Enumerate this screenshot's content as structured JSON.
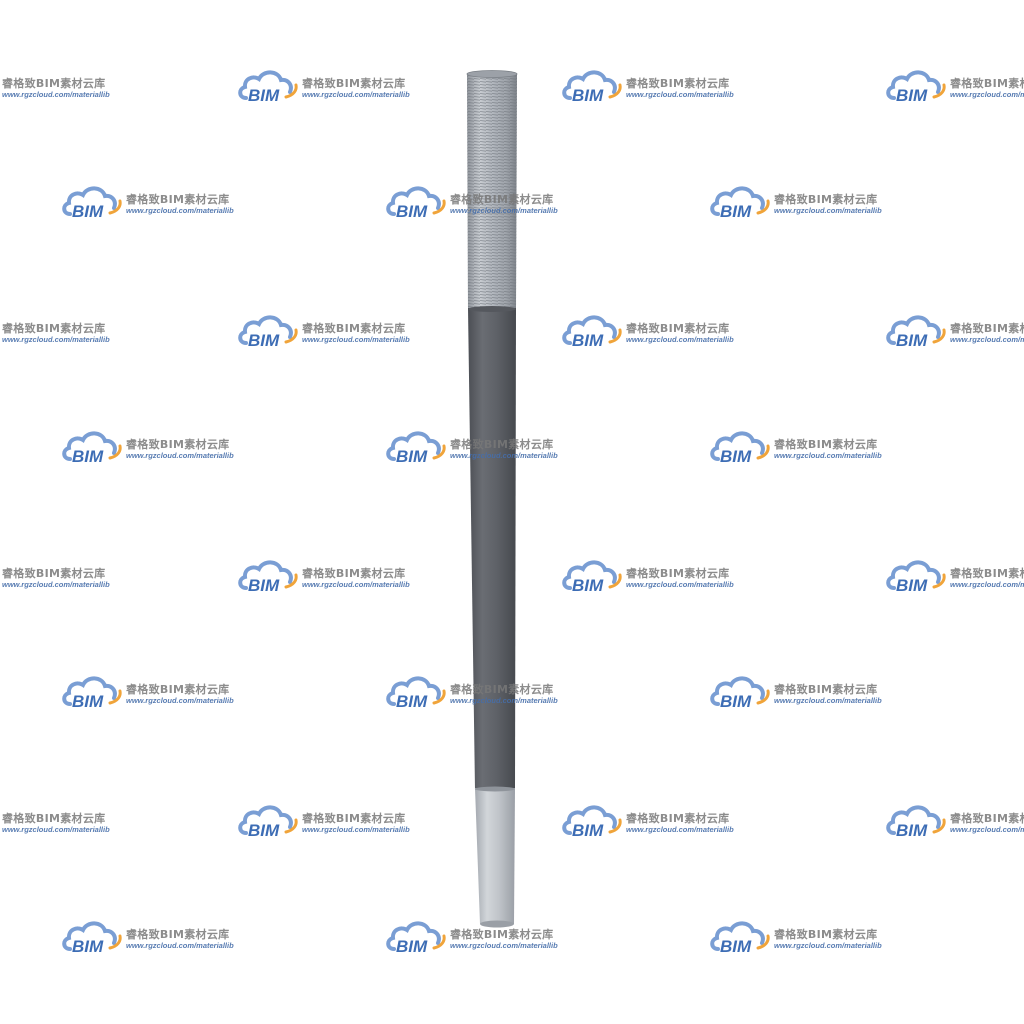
{
  "watermark": {
    "brand": "BIM",
    "name": "睿格致BIM素材云库",
    "url": "www.rgzcloud.com/materiallib",
    "colors": {
      "cloud": "#6b94cf",
      "arc": "#f0a43a",
      "bim_text": "#3d6db5"
    }
  },
  "object": {
    "label": "threaded-rod",
    "colors": {
      "thread": "#b7bcc3",
      "shaft": "#5e6167",
      "end": "#c4c8cd"
    }
  }
}
